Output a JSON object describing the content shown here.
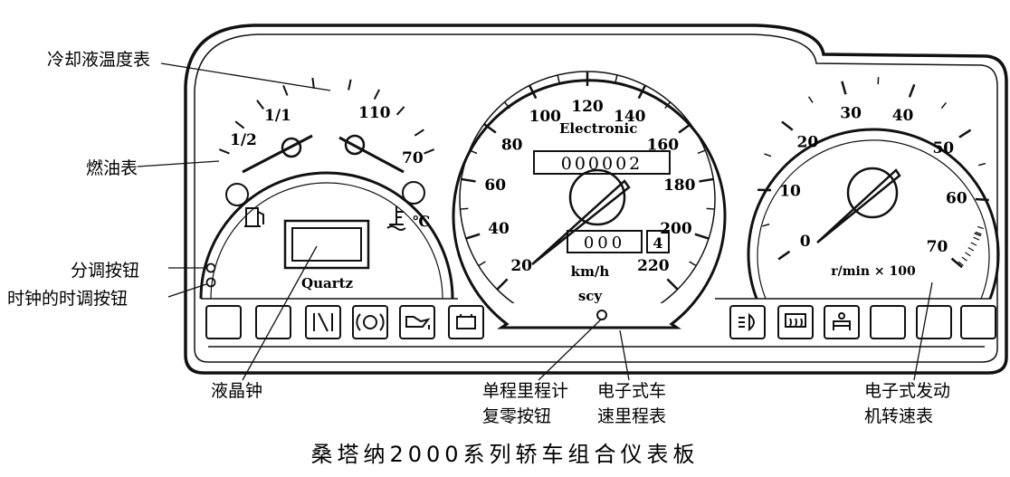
{
  "caption": "桑塔纳2000系列轿车组合仪表板",
  "labels": {
    "coolant_gauge": "冷却液温度表",
    "fuel_gauge": "燃油表",
    "adjust_button": "分调按钮",
    "hour_button": "时钟的时调按钮",
    "lcd_clock": "液晶钟",
    "trip_reset_line1": "单程里程计",
    "trip_reset_line2": "复零按钮",
    "speedometer_line1": "电子式车",
    "speedometer_line2": "速里程表",
    "tachometer_line1": "电子式发动",
    "tachometer_line2": "机转速表"
  },
  "left_gauge": {
    "fuel_full": "1/1",
    "fuel_half": "1/2",
    "temp_110": "110",
    "temp_70": "70",
    "temp_unit": "℃",
    "clock_brand": "Quartz"
  },
  "speedometer": {
    "brand": "Electronic",
    "odometer": "000002",
    "trip": "000",
    "trip_decimal": "4",
    "unit": "km/h",
    "maker": "scy",
    "ticks": [
      "20",
      "40",
      "60",
      "80",
      "100",
      "120",
      "140",
      "160",
      "180",
      "200",
      "220"
    ]
  },
  "tachometer": {
    "unit": "r/min × 100",
    "ticks": [
      "0",
      "10",
      "20",
      "30",
      "40",
      "50",
      "60",
      "70"
    ]
  },
  "warning_lamps": {
    "left": [
      "",
      "",
      "hazard-icon",
      "brake-icon",
      "oil-pressure-icon",
      "battery-icon"
    ],
    "right": [
      "fog-lamp-icon",
      "rear-defrost-icon",
      "seatbelt-icon",
      "",
      "",
      ""
    ]
  }
}
